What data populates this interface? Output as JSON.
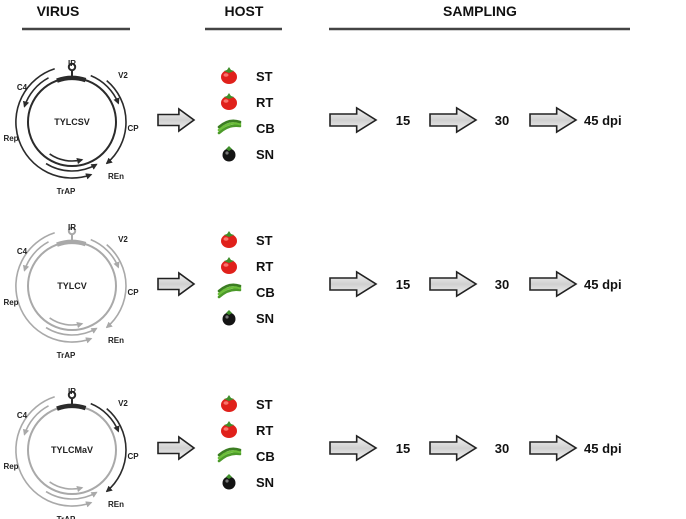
{
  "headers": {
    "virus": "VIRUS",
    "host": "HOST",
    "sampling": "SAMPLING"
  },
  "gene_labels": {
    "ir": "IR",
    "v2": "V2",
    "c4": "C4",
    "rep": "Rep",
    "cp": "CP",
    "trap": "TrAP",
    "ren": "REn"
  },
  "colors": {
    "dark": "#2b2b2b",
    "light": "#a9a9a9",
    "arrow_fill": "#d8d8d8"
  },
  "viruses": [
    {
      "name": "TYLCSV",
      "tone": {
        "ring": "dark",
        "ir": "dark",
        "v2": "dark",
        "cp": "dark",
        "c4": "dark",
        "rep": "dark",
        "trap": "dark",
        "ren": "dark"
      },
      "hosts": [
        {
          "label": "ST",
          "icon": "tomato-icon"
        },
        {
          "label": "RT",
          "icon": "tomato-icon"
        },
        {
          "label": "CB",
          "icon": "bean-icon"
        },
        {
          "label": "SN",
          "icon": "berry-icon"
        }
      ],
      "sampling": [
        "15",
        "30",
        "45 dpi"
      ]
    },
    {
      "name": "TYLCV",
      "tone": {
        "ring": "light",
        "ir": "light",
        "v2": "light",
        "cp": "light",
        "c4": "light",
        "rep": "light",
        "trap": "light",
        "ren": "light"
      },
      "hosts": [
        {
          "label": "ST",
          "icon": "tomato-icon"
        },
        {
          "label": "RT",
          "icon": "tomato-icon"
        },
        {
          "label": "CB",
          "icon": "bean-icon"
        },
        {
          "label": "SN",
          "icon": "berry-icon"
        }
      ],
      "sampling": [
        "15",
        "30",
        "45 dpi"
      ]
    },
    {
      "name": "TYLCMaV",
      "tone": {
        "ring": "light",
        "ir": "dark",
        "v2": "dark",
        "cp": "dark",
        "c4": "light",
        "rep": "light",
        "trap": "light",
        "ren": "light"
      },
      "hosts": [
        {
          "label": "ST",
          "icon": "tomato-icon"
        },
        {
          "label": "RT",
          "icon": "tomato-icon"
        },
        {
          "label": "CB",
          "icon": "bean-icon"
        },
        {
          "label": "SN",
          "icon": "berry-icon"
        }
      ],
      "sampling": [
        "15",
        "30",
        "45 dpi"
      ]
    }
  ]
}
